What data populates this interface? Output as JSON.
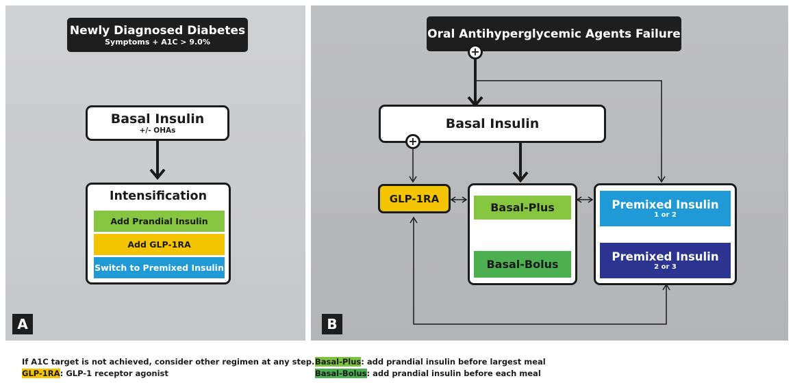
{
  "panel_a": {
    "label": "A",
    "top_box": {
      "title": "Newly Diagnosed Diabetes",
      "subtitle": "Symptoms + A1C > 9.0%"
    },
    "basal_box": {
      "title": "Basal Insulin",
      "subtitle": "+/- OHAs"
    },
    "intensification": {
      "title": "Intensification",
      "options": [
        {
          "label": "Add Prandial Insulin",
          "color": "#86c540"
        },
        {
          "label": "Add GLP-1RA",
          "color": "#f5c400"
        },
        {
          "label": "Switch to Premixed Insulin",
          "color": "#1f9ad6"
        }
      ]
    }
  },
  "panel_b": {
    "label": "B",
    "top_box": {
      "title": "Oral Antihyperglycemic Agents Failure"
    },
    "basal_box": {
      "title": "Basal Insulin"
    },
    "glp_box": {
      "title": "GLP-1RA",
      "color": "#f5c400"
    },
    "basal_plus": {
      "title": "Basal-Plus",
      "color": "#86c540"
    },
    "basal_bolus": {
      "title": "Basal-Bolus",
      "color": "#4caf50"
    },
    "premixed_1": {
      "title": "Premixed Insulin",
      "subtitle": "1 or 2",
      "color": "#1f9ad6"
    },
    "premixed_2": {
      "title": "Premixed Insulin",
      "subtitle": "2 or 3",
      "color": "#2b3591"
    },
    "plus_symbol": "+"
  },
  "footnotes": {
    "left_line1": "If A1C target is not achieved, consider other regimen at any step.",
    "left_line2_term": "GLP-1RA",
    "left_line2_def": ": GLP-1 receptor agonist",
    "right_line1_term": "Basal-Plus",
    "right_line1_def": ": add prandial insulin before largest meal",
    "right_line2_term": "Basal-Bolus",
    "right_line2_def": ": add prandial insulin before each meal"
  }
}
